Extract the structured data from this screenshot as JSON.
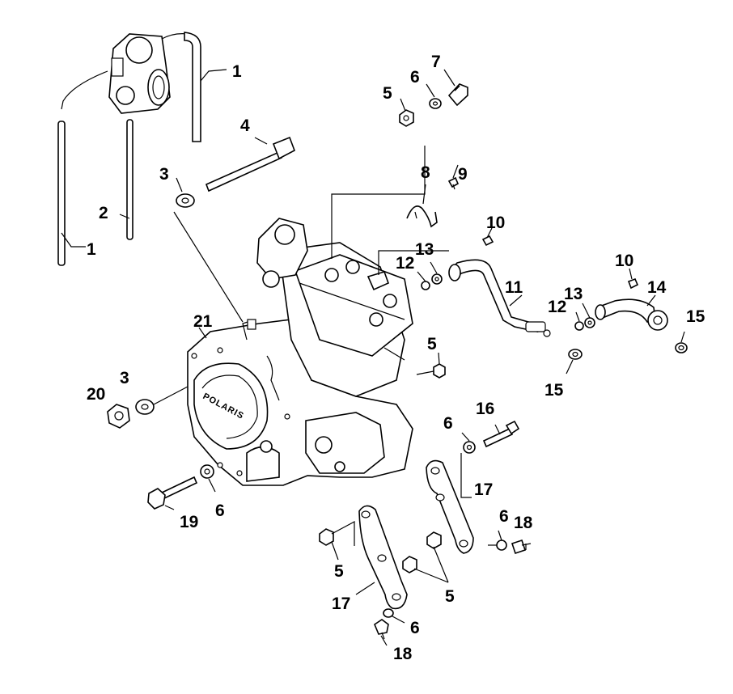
{
  "callouts": [
    {
      "id": "c1a",
      "text": "1"
    },
    {
      "id": "c1b",
      "text": "1"
    },
    {
      "id": "c2",
      "text": "2"
    },
    {
      "id": "c3a",
      "text": "3"
    },
    {
      "id": "c3b",
      "text": "3"
    },
    {
      "id": "c4",
      "text": "4"
    },
    {
      "id": "c5a",
      "text": "5"
    },
    {
      "id": "c5b",
      "text": "5"
    },
    {
      "id": "c5c",
      "text": "5"
    },
    {
      "id": "c5d",
      "text": "5"
    },
    {
      "id": "c6a",
      "text": "6"
    },
    {
      "id": "c6b",
      "text": "6"
    },
    {
      "id": "c6c",
      "text": "6"
    },
    {
      "id": "c6d",
      "text": "6"
    },
    {
      "id": "c6e",
      "text": "6"
    },
    {
      "id": "c7",
      "text": "7"
    },
    {
      "id": "c8",
      "text": "8"
    },
    {
      "id": "c9",
      "text": "9"
    },
    {
      "id": "c10a",
      "text": "10"
    },
    {
      "id": "c10b",
      "text": "10"
    },
    {
      "id": "c11",
      "text": "11"
    },
    {
      "id": "c12a",
      "text": "12"
    },
    {
      "id": "c12b",
      "text": "12"
    },
    {
      "id": "c13a",
      "text": "13"
    },
    {
      "id": "c13b",
      "text": "13"
    },
    {
      "id": "c14",
      "text": "14"
    },
    {
      "id": "c15a",
      "text": "15"
    },
    {
      "id": "c15b",
      "text": "15"
    },
    {
      "id": "c16",
      "text": "16"
    },
    {
      "id": "c17a",
      "text": "17"
    },
    {
      "id": "c17b",
      "text": "17"
    },
    {
      "id": "c18a",
      "text": "18"
    },
    {
      "id": "c18b",
      "text": "18"
    },
    {
      "id": "c19",
      "text": "19"
    },
    {
      "id": "c20",
      "text": "20"
    },
    {
      "id": "c21",
      "text": "21"
    }
  ],
  "engine_badge": "POLARIS"
}
